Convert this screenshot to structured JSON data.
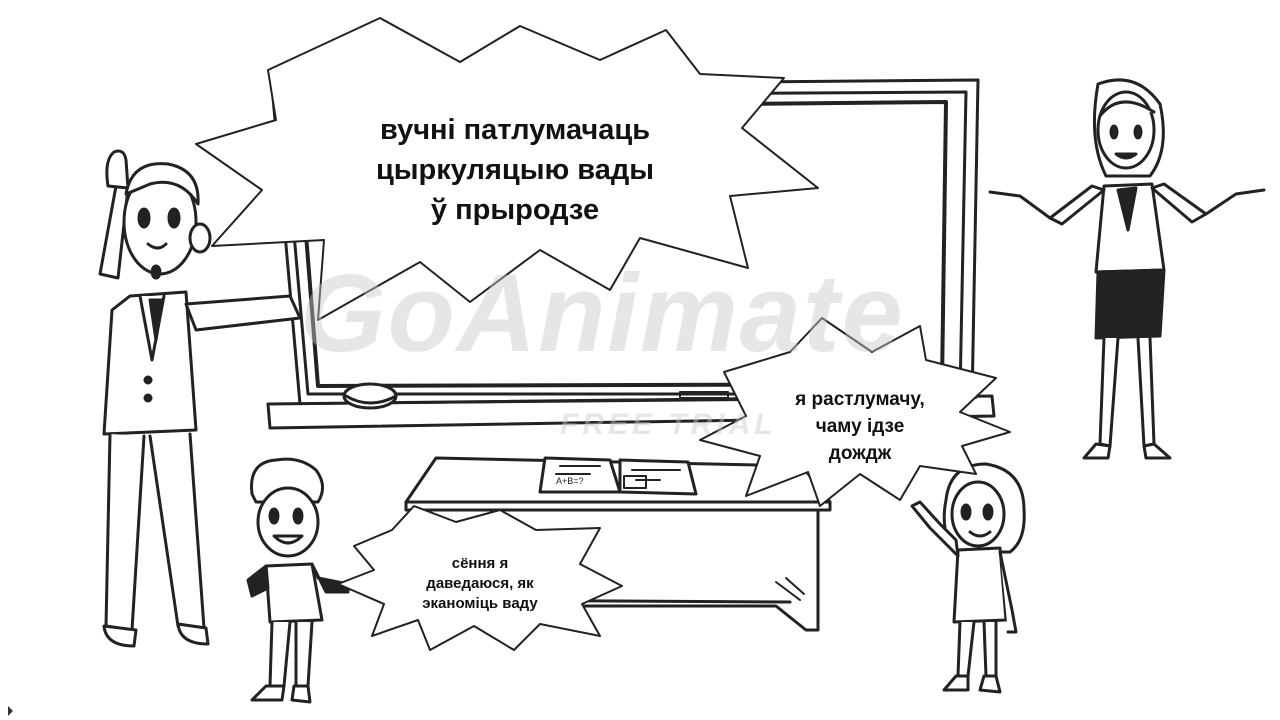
{
  "bubbles": {
    "main_line1": "вучні патлумачаць",
    "main_line2": "цыркуляцыю вады",
    "main_line3": "ў прыродзе",
    "girl_line1": "я растлумачу,",
    "girl_line2": "чаму ідзе",
    "girl_line3": "дождж",
    "boy_line1": "сёння я",
    "boy_line2": "даведаюся, як",
    "boy_line3": "эканоміць ваду"
  },
  "watermark": {
    "brand": "GoAnimate",
    "trial": "FREE TRIAL"
  },
  "book": {
    "formula": "A+B=?"
  }
}
